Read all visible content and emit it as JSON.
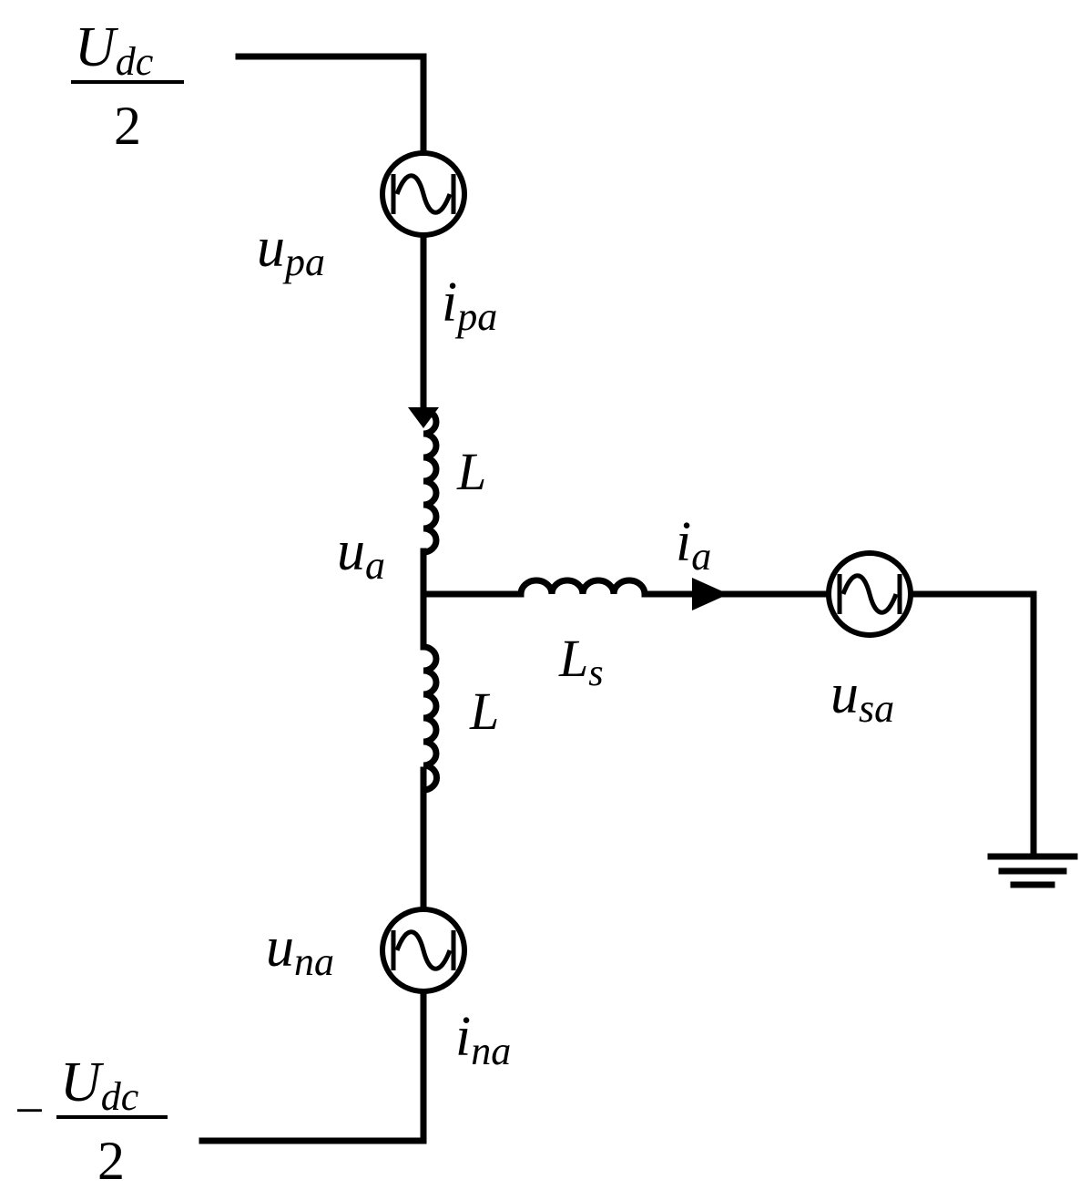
{
  "labels": {
    "udc_top": {
      "main": "U",
      "sub": "dc",
      "den": "2"
    },
    "udc_bottom": {
      "sign": "−",
      "main": "U",
      "sub": "dc",
      "den": "2"
    },
    "u_pa": {
      "main": "u",
      "sub": "pa"
    },
    "i_pa": {
      "main": "i",
      "sub": "pa"
    },
    "L_top": {
      "main": "L"
    },
    "u_a": {
      "main": "u",
      "sub": "a"
    },
    "i_a": {
      "main": "i",
      "sub": "a"
    },
    "L_s": {
      "main": "L",
      "sub": "s"
    },
    "L_bottom": {
      "main": "L"
    },
    "u_sa": {
      "main": "u",
      "sub": "sa"
    },
    "u_na": {
      "main": "u",
      "sub": "na"
    },
    "i_na": {
      "main": "i",
      "sub": "na"
    }
  },
  "colors": {
    "stroke": "#000000",
    "background": "#ffffff"
  }
}
